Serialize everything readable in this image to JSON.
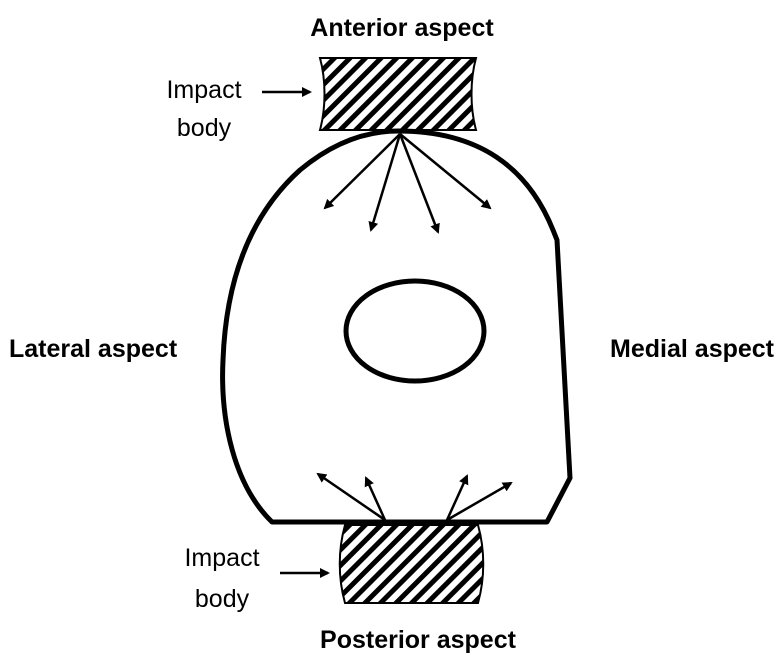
{
  "labels": {
    "anterior": "Anterior aspect",
    "posterior": "Posterior aspect",
    "lateral": "Lateral aspect",
    "medial": "Medial aspect",
    "impact_top_line1": "Impact",
    "impact_top_line2": "body",
    "impact_bottom_line1": "Impact",
    "impact_bottom_line2": "body"
  },
  "colors": {
    "stroke": "#000000",
    "background": "#ffffff"
  }
}
